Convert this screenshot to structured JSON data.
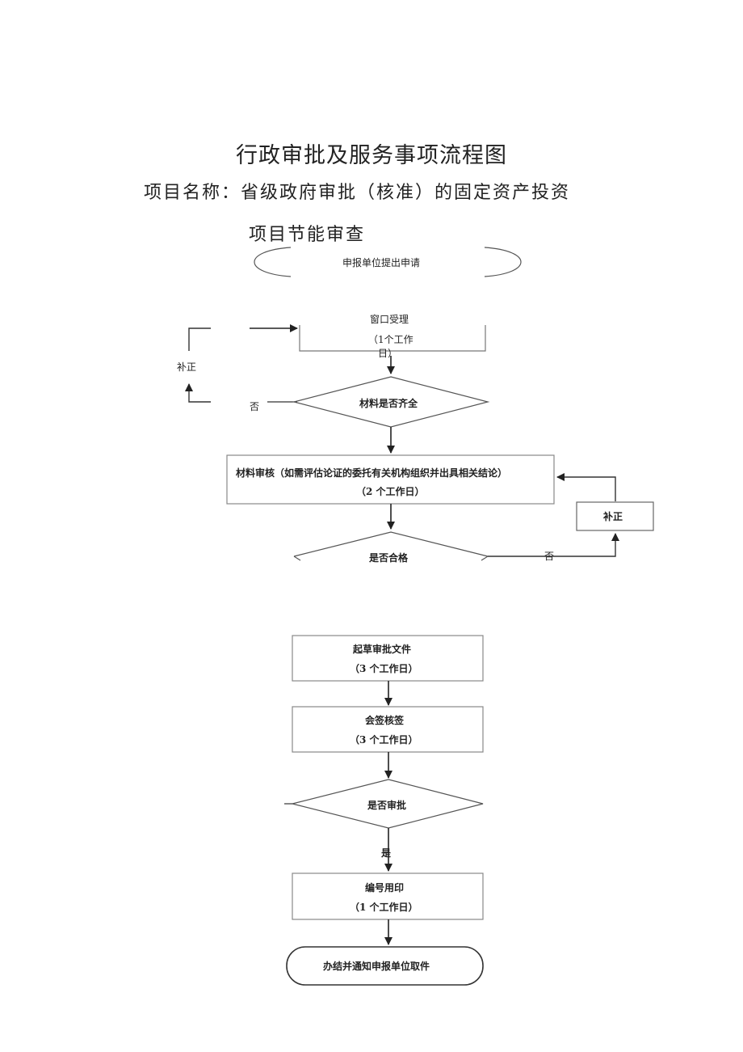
{
  "header": {
    "title": "行政审批及服务事项流程图",
    "project_name_line1": "项目名称：省级政府审批（核准）的固定资产投资",
    "project_name_line2": "项目节能审查"
  },
  "flow": {
    "start": "申报单位提出申请",
    "window_accept": "窗口受理",
    "window_accept_days_1": "（1个工作",
    "window_accept_days_2": "日）",
    "correct_left": "补正",
    "no_left": "否",
    "materials_complete": "材料是否齐全",
    "material_review": "材料审核（如需评估论证的委托有关机构组织并出具相关结论）",
    "material_review_days": "（2 个工作日）",
    "correct_right": "补正",
    "qualified": "是否合格",
    "no_right": "否",
    "draft_doc": "起草审批文件",
    "draft_doc_days": "（3 个工作日）",
    "countersign": "会签核签",
    "countersign_days": "（3 个工作日）",
    "approve": "是否审批",
    "yes": "是",
    "number_seal": "编号用印",
    "number_seal_days": "（1 个工作日）",
    "finish": "办结并通知申报单位取件"
  }
}
